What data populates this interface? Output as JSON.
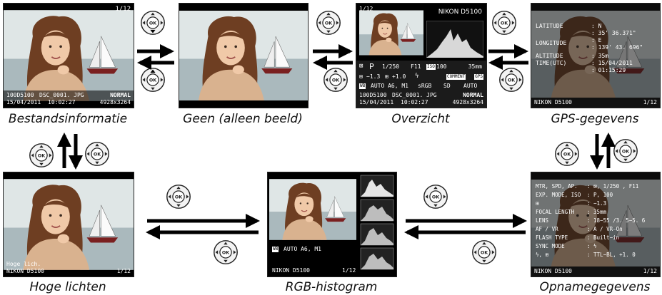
{
  "screens": {
    "file_info": {
      "caption": "Bestandsinformatie",
      "frame": "1/12",
      "folder": "100D5100",
      "file": "DSC_0001. JPG",
      "quality": "NORMAL",
      "date": "15/04/2011",
      "time": "10:02:27",
      "size": "4928x3264"
    },
    "none": {
      "caption": "Geen (alleen beeld)"
    },
    "overview": {
      "caption": "Overzicht",
      "frame": "1/12",
      "camera": "NIKON D5100",
      "mode": "P",
      "shutter": "1/250",
      "aperture": "F11",
      "iso_label": "ISO",
      "iso": "100",
      "focal": "35mm",
      "exposure_comp": "−1.3",
      "flash_comp": "+1.0",
      "comment": "COMMENT",
      "gps": "GPS",
      "wb": "AUTO A6, M1",
      "color_space": "sRGB",
      "picture_control": "SD",
      "active_dlighting": "AUTO",
      "folder": "100D5100",
      "file": "DSC_0001. JPG",
      "quality": "NORMAL",
      "date": "15/04/2011",
      "time": "10:02:27",
      "size": "4928x3264"
    },
    "gps": {
      "caption": "GPS-gegevens",
      "latitude_label": "LATITUDE",
      "latitude_dir": ": N",
      "latitude_value": ": 35' 36.371\"",
      "longitude_label": "LONGITUDE",
      "longitude_dir": ": E",
      "longitude_value": ": 139' 43. 696\"",
      "altitude_label": "ALTITUDE",
      "altitude_value": ": 35m",
      "time_label": "TIME(UTC)",
      "time_date": ": 15/04/2011",
      "time_value": ": 01:15:29",
      "camera": "NIKON D5100",
      "frame": "1/12"
    },
    "highlights": {
      "caption": "Hoge lichten",
      "label": "Hoge lich.",
      "camera": "NIKON D5100",
      "frame": "1/12"
    },
    "rgb": {
      "caption": "RGB-histogram",
      "wb": "AUTO A6, M1",
      "camera": "NIKON D5100",
      "frame": "1/12"
    },
    "shooting": {
      "caption": "Opnamegegevens",
      "rows": [
        {
          "label": "MTR, SPD, AP.",
          "value": ": ⊠, 1/250   , F11"
        },
        {
          "label": "EXP. MODE, ISO",
          "value": ": P, 100"
        },
        {
          "label": "⊞",
          "value": ": −1.3"
        },
        {
          "label": "FOCAL LENGTH",
          "value": ": 35mm"
        },
        {
          "label": "LENS",
          "value": ": 18−55     /3. 5−5. 6"
        },
        {
          "label": "AF / VR",
          "value": ": A / VR−On"
        },
        {
          "label": "FLASH TYPE",
          "value": ": Built−in"
        },
        {
          "label": "SYNC MODE",
          "value": ": ϟ"
        },
        {
          "label": "ϟ, ⊞",
          "value": ": TTL−BL, +1. 0"
        }
      ],
      "camera": "NIKON D5100",
      "frame": "1/12"
    }
  },
  "multi_selector": {
    "center_label": "OK"
  }
}
